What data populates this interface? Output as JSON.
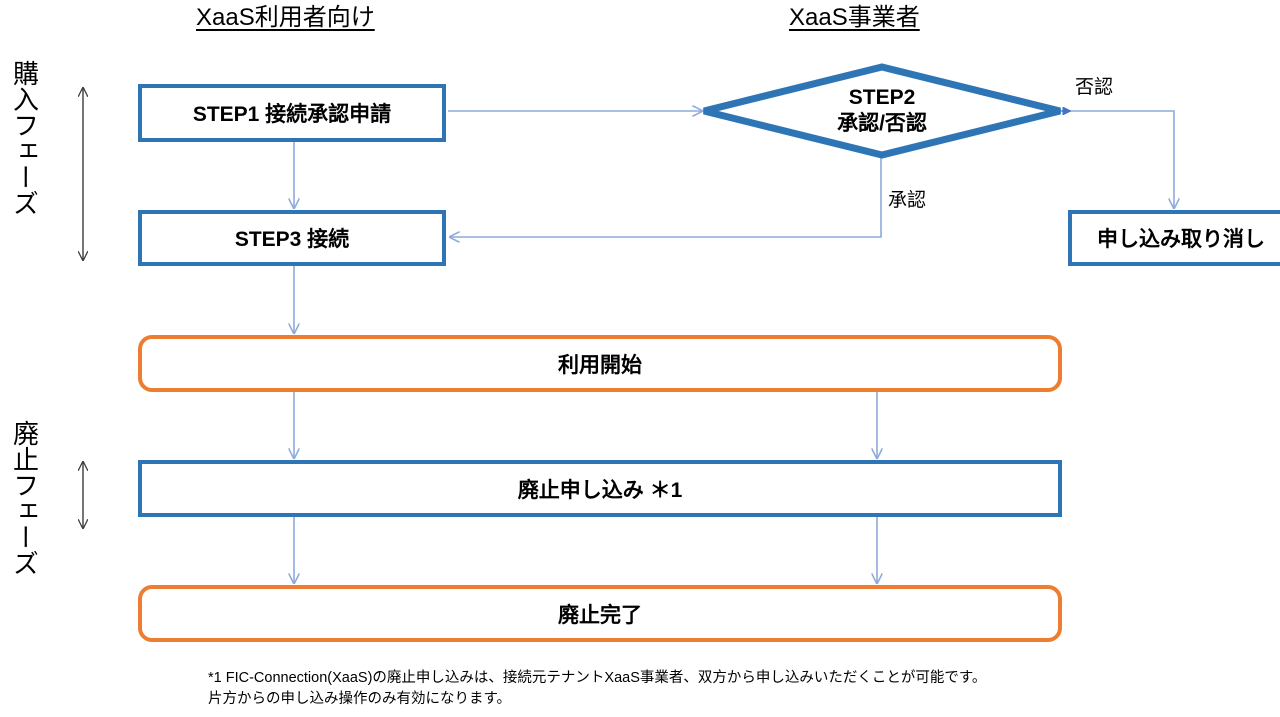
{
  "diagram": {
    "title_hidden": "",
    "columns": [
      {
        "id": "consumer",
        "label": "XaaS利用者向け"
      },
      {
        "id": "provider",
        "label": "XaaS事業者"
      }
    ],
    "phases": [
      {
        "id": "purchase",
        "label": "購入フェーズ"
      },
      {
        "id": "termination",
        "label": "廃止フェーズ"
      }
    ],
    "nodes": [
      {
        "id": "step1",
        "label": "STEP1 接続承認申請",
        "shape": "rect",
        "color": "#2E75B6"
      },
      {
        "id": "step2",
        "label_line1": "STEP2",
        "label_line2": "承認/否認",
        "shape": "diamond",
        "color": "#2E75B6"
      },
      {
        "id": "step3",
        "label": "STEP3 接続",
        "shape": "rect",
        "color": "#2E75B6"
      },
      {
        "id": "cancel",
        "label": "申し込み取り消し",
        "shape": "rect",
        "color": "#2E75B6"
      },
      {
        "id": "start_use",
        "label": "利用開始",
        "shape": "rounded-rect",
        "color": "#ED7D31"
      },
      {
        "id": "terminate_request",
        "label": "廃止申し込み  ＊1",
        "shape": "rect",
        "color": "#2E75B6"
      },
      {
        "id": "terminate_done",
        "label": "廃止完了",
        "shape": "rounded-rect",
        "color": "#ED7D31"
      }
    ],
    "edge_labels": [
      {
        "id": "approve",
        "label": "承認"
      },
      {
        "id": "reject",
        "label": "否認"
      }
    ],
    "footnote": {
      "line1": "*1  FIC-Connection(XaaS)の廃止申し込みは、接続元テナントXaaS事業者、双方から申し込みいただくことが可能です。",
      "line2": "片方からの申し込み操作のみ有効になります。"
    },
    "colors": {
      "blue": "#2E75B6",
      "orange": "#ED7D31",
      "connector": "#8EAADB",
      "text": "#000000",
      "background": "#FFFFFF"
    }
  }
}
